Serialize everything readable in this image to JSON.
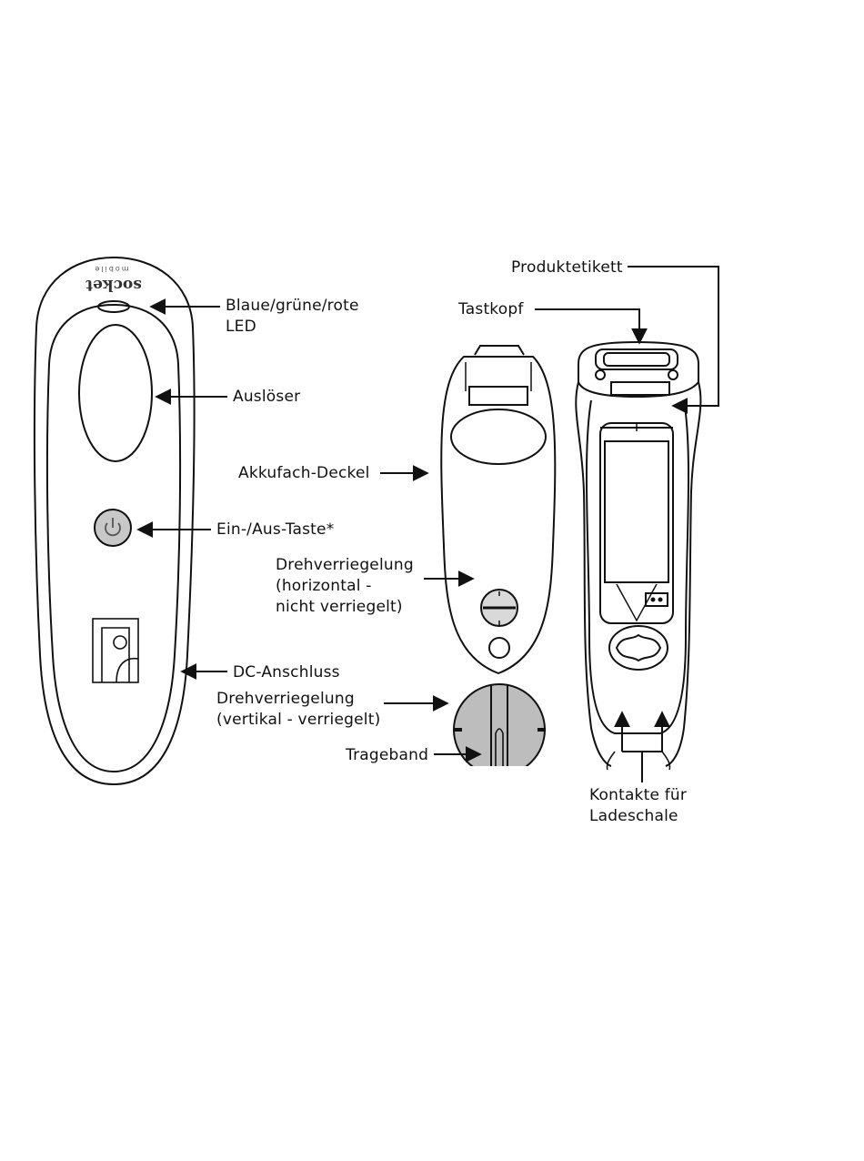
{
  "brand": {
    "logo_text": "socket",
    "logo_subtext": "mobile"
  },
  "labels": {
    "led": [
      "Blaue/grüne/rote",
      "LED"
    ],
    "trigger": "Auslöser",
    "power": "Ein-/Aus-Taste*",
    "dc": "DC-Anschluss",
    "battery_cover": "Akkufach-Deckel",
    "lock_horizontal": [
      "Drehverriegelung",
      "(horizontal -",
      "nicht verriegelt)"
    ],
    "lock_vertical": [
      "Drehverriegelung",
      "(vertikal - verriegelt)"
    ],
    "lanyard": "Trageband",
    "product_label": "Produktetikett",
    "scan_head": "Tastkopf",
    "contacts": [
      "Kontakte für",
      "Ladeschale"
    ]
  },
  "icons": {
    "power": "power-icon",
    "dc_port": "dc-port-icon"
  },
  "colors": {
    "line": "#111111",
    "button_fill": "#c8c8c8",
    "lock_fill": "#bdbdbd"
  }
}
